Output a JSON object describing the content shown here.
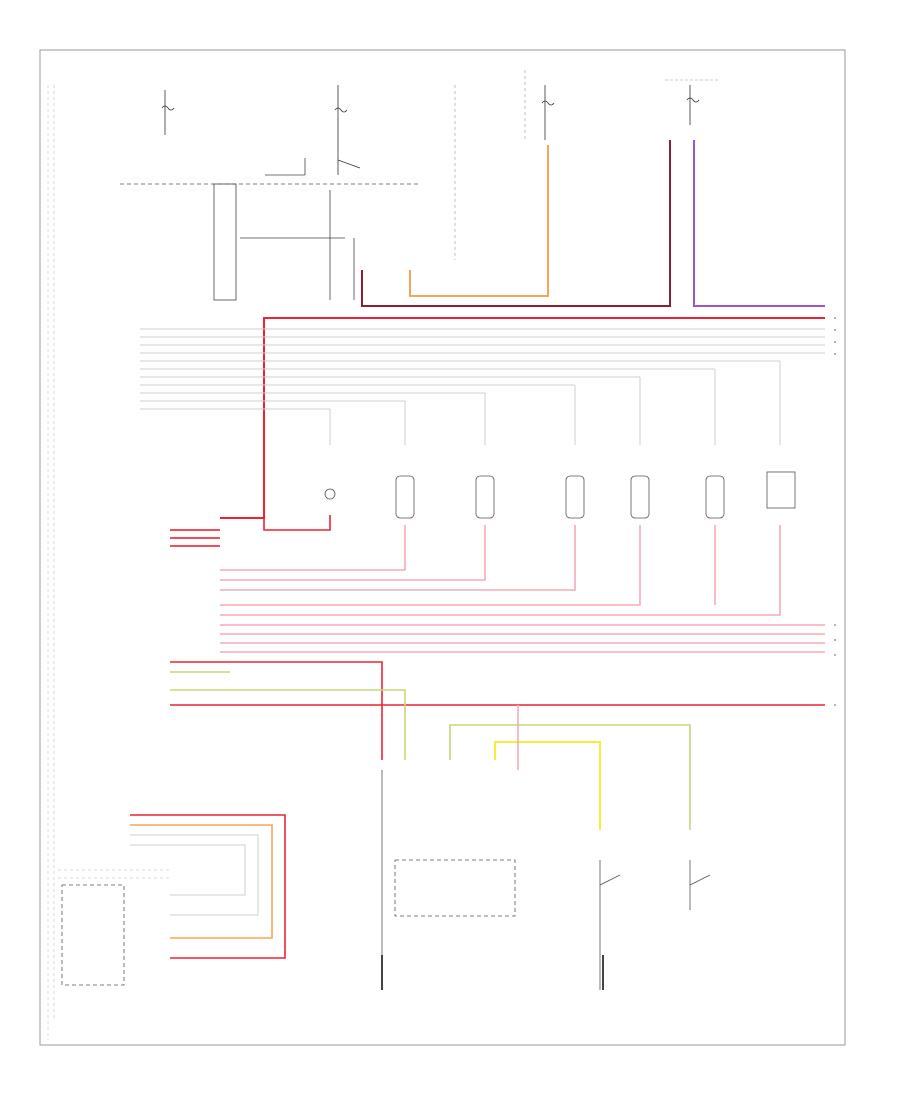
{
  "diagram": {
    "sheet_number": "",
    "wire_colors": {
      "red": "#ee2233",
      "pink": "#f7aab6",
      "orange": "#f5a55a",
      "violet": "#9b55cc",
      "yellow": "#f6ec3a",
      "yellow_green": "#c7d67a",
      "black": "#222222",
      "gray": "#bfbfbf",
      "dark_red": "#8a2030"
    },
    "components": [
      {
        "id": "hot-in-run-fuse-left",
        "label": ""
      },
      {
        "id": "hot-at-all-times-fuse",
        "label": ""
      },
      {
        "id": "hot-in-run-fuse-right",
        "label": ""
      },
      {
        "id": "connector-top-a",
        "label": ""
      },
      {
        "id": "connector-top-b",
        "label": ""
      },
      {
        "id": "power-distribution",
        "label": ""
      },
      {
        "id": "interior-lamp-1",
        "label": ""
      },
      {
        "id": "interior-lamp-2",
        "label": ""
      },
      {
        "id": "interior-lamp-3",
        "label": ""
      },
      {
        "id": "interior-lamp-4",
        "label": ""
      },
      {
        "id": "interior-lamp-5",
        "label": ""
      },
      {
        "id": "interior-lamp-6",
        "label": ""
      },
      {
        "id": "interior-lamp-7",
        "label": ""
      },
      {
        "id": "lighting-control-module",
        "label": ""
      },
      {
        "id": "headlamp-switch",
        "label": ""
      },
      {
        "id": "ground-left",
        "label": ""
      },
      {
        "id": "ground-right",
        "label": ""
      },
      {
        "id": "right-note",
        "label": ""
      }
    ]
  }
}
